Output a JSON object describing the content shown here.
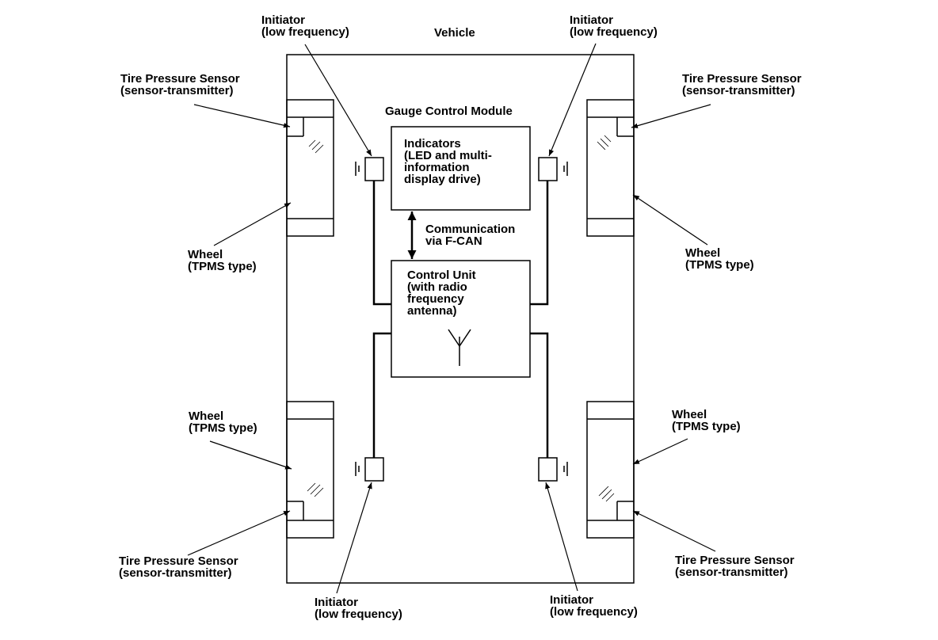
{
  "vehicle_label": "Vehicle",
  "gauge_control_module": {
    "title": "Gauge Control Module",
    "indicators": [
      "Indicators",
      "(LED and multi-",
      "information",
      "display drive)"
    ]
  },
  "communication": [
    "Communication",
    "via F-CAN"
  ],
  "control_unit": [
    "Control Unit",
    "(with radio",
    "frequency",
    "antenna)"
  ],
  "initiator": [
    "Initiator",
    "(low frequency)"
  ],
  "tire_pressure_sensor": [
    "Tire Pressure Sensor",
    "(sensor-transmitter)"
  ],
  "wheel": [
    "Wheel",
    "(TPMS type)"
  ]
}
